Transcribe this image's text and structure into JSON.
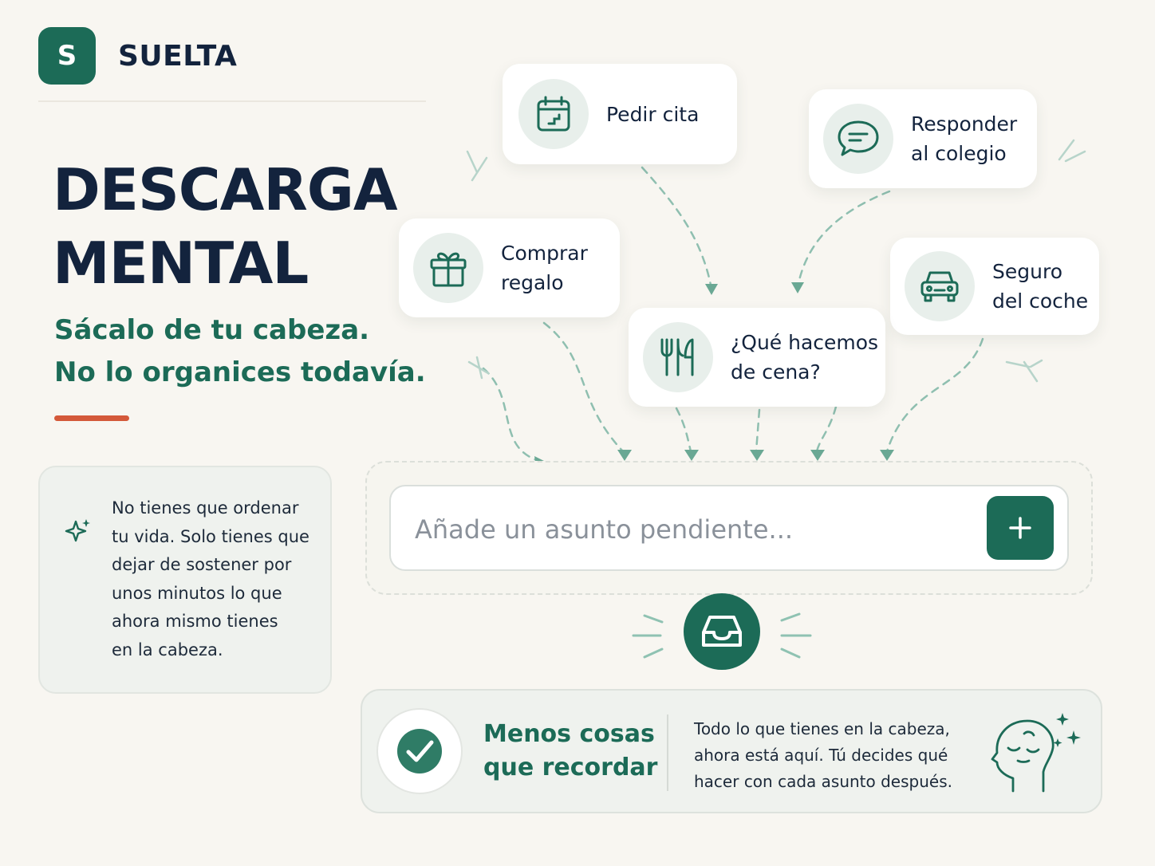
{
  "brand": {
    "logo_letter": "S",
    "name": "SUELTA"
  },
  "hero": {
    "title_line1": "DESCARGA",
    "title_line2": "MENTAL",
    "subtitle_line1": "Sácalo de tu cabeza.",
    "subtitle_line2": "No lo organices todavía."
  },
  "info_card": {
    "icon": "sparkle-icon",
    "text": "No tienes que ordenar\ntu vida. Solo tienes que\ndejar de sostener por\nunos minutos lo que\nahora mismo tienes\nen la cabeza."
  },
  "tasks": [
    {
      "label": "Pedir cita",
      "icon": "calendar-icon"
    },
    {
      "label": "Responder\nal colegio",
      "icon": "chat-bubble-icon"
    },
    {
      "label": "Comprar\nregalo",
      "icon": "gift-icon"
    },
    {
      "label": "Seguro\ndel coche",
      "icon": "car-icon"
    },
    {
      "label": "¿Qué hacemos\nde cena?",
      "icon": "fork-knife-icon"
    }
  ],
  "input": {
    "placeholder": "Añade un asunto pendiente...",
    "add_icon": "plus-icon",
    "inbox_icon": "inbox-tray-icon"
  },
  "summary": {
    "title": "Menos cosas\nque recordar",
    "text": "Todo lo que tienes en la cabeza,\nahora está aquí.  Tú decides qué\nhacer con cada asunto después.",
    "check_icon": "check-circle-icon",
    "head_icon": "calm-head-icon"
  },
  "colors": {
    "primary": "#1c6b57",
    "navy": "#13233d",
    "accent": "#d4593a",
    "background": "#f8f6f1"
  }
}
